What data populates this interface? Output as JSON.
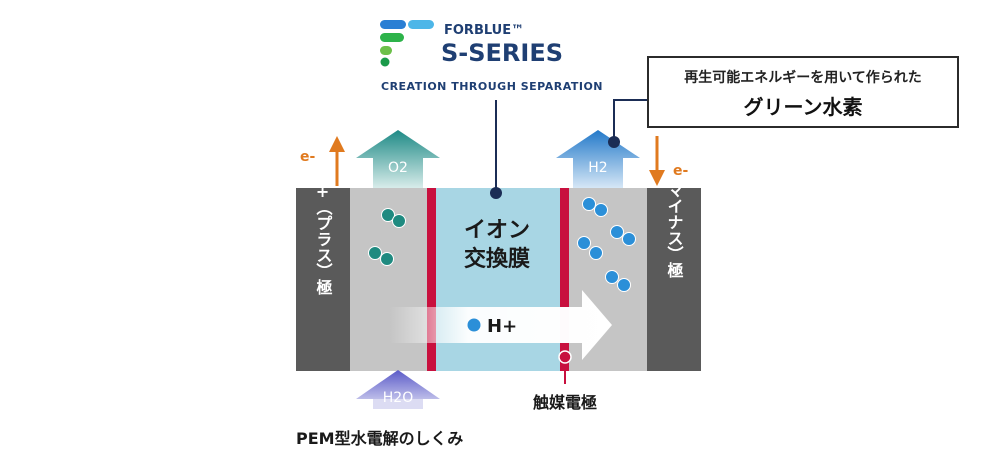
{
  "logo": {
    "brand_line1": "FORBLUE™",
    "brand_line2": "S-SERIES",
    "tagline": "CREATION THROUGH SEPARATION",
    "colors": {
      "blue": "#2a7fd4",
      "light_blue": "#4db6e8",
      "green": "#2db34a",
      "navy": "#1f3f73"
    }
  },
  "callout": {
    "line1": "再生可能エネルギーを用いて作られた",
    "line2": "グリーン水素"
  },
  "diagram": {
    "electron_label": "e-",
    "anode_label_vertical": "+（プラス）極",
    "cathode_label_vertical": "ー（マイナス）極",
    "membrane_line1": "イオン",
    "membrane_line2": "交換膜",
    "proton_label": "H+",
    "o2_label": "O2",
    "h2_label": "H2",
    "h2o_label": "H2O",
    "catalyst_label": "触媒電極",
    "caption": "PEM型水電解のしくみ",
    "colors": {
      "electrode": "#5a5a5a",
      "chamber": "#c5c5c5",
      "membrane": "#a8d6e4",
      "catalyst": "#c8103e",
      "electron_arrow": "#e07a1f",
      "o2_arrow": "#1e8a86",
      "h2_arrow": "#2379c9",
      "h2o_arrow": "#6a6acf",
      "o2_molecule": "#1f8a80",
      "h2_molecule": "#2b8fd8"
    }
  }
}
